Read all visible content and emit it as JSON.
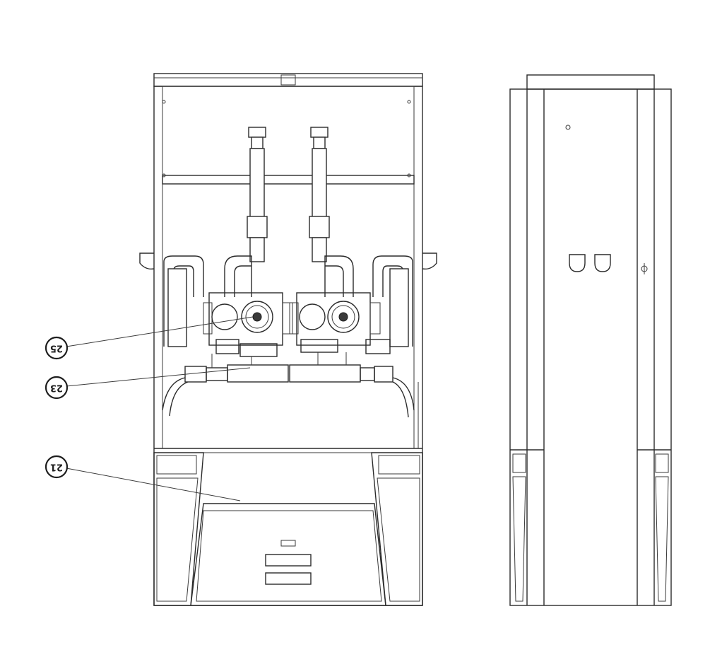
{
  "callouts": {
    "c1": {
      "label": "25"
    },
    "c2": {
      "label": "23"
    },
    "c3": {
      "label": "21"
    }
  }
}
